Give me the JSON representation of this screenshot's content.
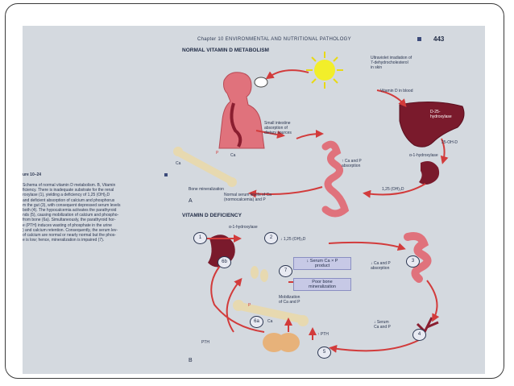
{
  "page": {
    "header": "Chapter 10   ENVIRONMENTAL AND NUTRITIONAL PATHOLOGY",
    "page_number": "443"
  },
  "panel_a": {
    "title": "NORMAL VITAMIN D METABOLISM",
    "uv_label": [
      "Ultraviolet irradiation of",
      "7-dehydrocholesterol",
      "in skin"
    ],
    "blood_label": "Vitamin D in blood",
    "liver_label": [
      "D-25-",
      "hydroxylase"
    ],
    "intestine_label": [
      "Small intestine",
      "absorption of",
      "dietary sources"
    ],
    "oh_label": "25-OH-D",
    "kidney_label": "α-1-hydroxylase",
    "ca_p_absorption": [
      "↑ Ca and P",
      "absorption"
    ],
    "bone_label": "Bone mineralization",
    "ca": "Ca",
    "p": "P",
    "dihydroxy": "1,25 (OH)₂D",
    "serum_label": [
      "Normal serum levels of Ca",
      "(normocalcemia) and P"
    ],
    "letter": "A"
  },
  "panel_b": {
    "title": "VITAMIN D DEFICIENCY",
    "kidney_label": "α-1-hydroxylase",
    "step2_label": "↓ 1,25 (OH)₂D",
    "box_serum": [
      "↓ Serum Ca × P",
      "product"
    ],
    "box_poor": [
      "Poor bone",
      "mineralization"
    ],
    "absorption": [
      "↓ Ca and P",
      "absorption"
    ],
    "mobilization": [
      "Mobilization",
      "of Ca and P"
    ],
    "serum_low": [
      "↓ Serum",
      "Ca and P"
    ],
    "pth_up": "↑ PTH",
    "pth": "PTH",
    "ca": "Ca",
    "p": "P",
    "steps": [
      "1",
      "2",
      "3",
      "4",
      "5",
      "6a",
      "6b",
      "7"
    ],
    "letter": "B"
  },
  "side_caption": {
    "figure": "ure 10–24",
    "lines": [
      "Schema of normal vitamin D metabolism. B, Vitamin",
      "ficiency. There is inadequate substrate for the renal",
      "roxylase (1), yielding a deficiency of 1,25 (OH)₂D",
      "and deficient absorption of calcium and phosphorus",
      "m the gut (3), with consequent depressed serum levels",
      "both (4). The hypocalcemia activates the parathyroid",
      "nds (5), causing mobilization of calcium and phospho-",
      "from bone (6a). Simultaneously, the parathyroid hor-",
      "e (PTH) induces wasting of phosphate in the urine",
      ") and calcium retention. Consequently, the serum lev-",
      "of calcium are normal or nearly normal but the phos-",
      "e is low; hence, mineralization is impaired (7)."
    ]
  },
  "colors": {
    "frame": "#3a3a3a",
    "page_bg": "#d4d9df",
    "arrow": "#d23b3b",
    "organ_red": "#e0727c",
    "organ_dark": "#7a1a2c",
    "sun": "#f2ee2a",
    "bone": "#e7d9b0",
    "box": "#c7c9e6"
  }
}
